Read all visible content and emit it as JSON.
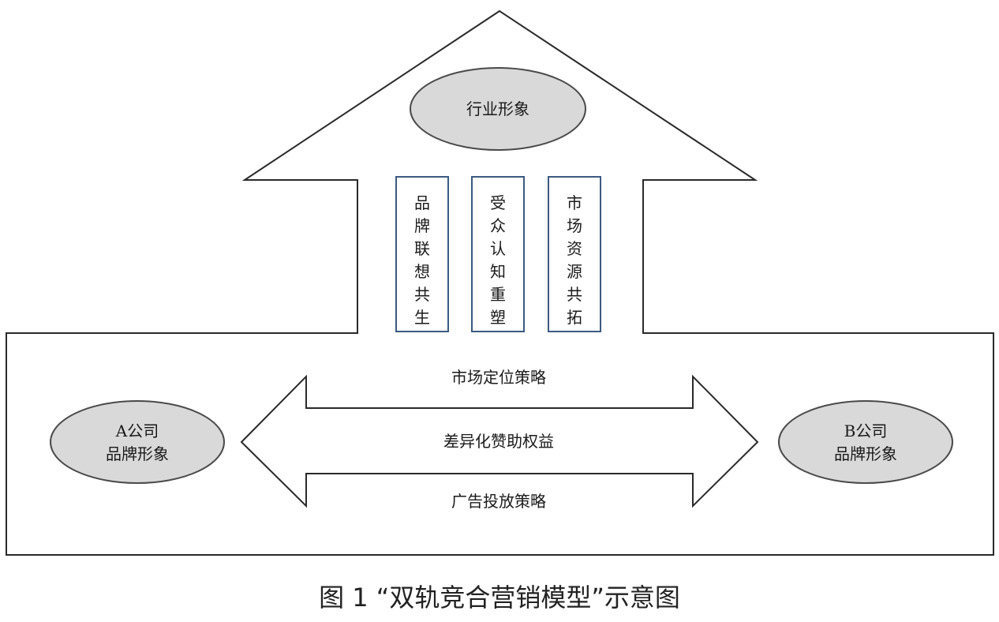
{
  "diagram": {
    "roof_label": "行业形象",
    "pillars": [
      {
        "label": "品牌联想共生"
      },
      {
        "label": "受众认知重塑"
      },
      {
        "label": "市场资源共拓"
      }
    ],
    "left_node": {
      "line1": "A公司",
      "line2": "品牌形象"
    },
    "right_node": {
      "line1": "B公司",
      "line2": "品牌形象"
    },
    "arrow_top_label": "市场定位策略",
    "arrow_middle_label": "差异化赞助权益",
    "arrow_bottom_label": "广告投放策略"
  },
  "caption": "图 1 “双轨竞合营销模型”示意图",
  "colors": {
    "ellipse_fill": "#d9d9d9",
    "stroke": "#2a2a2a",
    "pillar_stroke": "#3b5a80",
    "background": "#ffffff"
  }
}
